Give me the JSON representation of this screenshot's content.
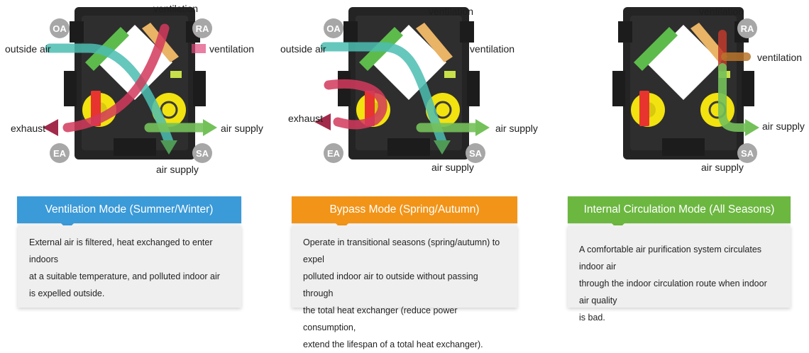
{
  "colors": {
    "ventilation": "#3b9ad8",
    "bypass": "#f29418",
    "circulation": "#6cb740",
    "badge": "#a7a7a7",
    "air_out_of_building": "#a22a4a",
    "fresh_air": "#4bbdb2",
    "supply": "#74c15a"
  },
  "panels": [
    {
      "labels": {
        "ventilation_top": "ventilation",
        "ventilation_right": "ventilation",
        "outside_air": "outside air",
        "exhaust": "exhaust",
        "air_supply_right": "air supply",
        "air_supply_bottom": "air supply"
      },
      "badges": {
        "oa": "OA",
        "ra": "RA",
        "ea": "EA",
        "sa": "SA"
      },
      "title": "Ventilation Mode (Summer/Winter)",
      "description": [
        "External air is filtered, heat exchanged to enter indoors",
        "at a suitable temperature, and polluted indoor air",
        "is expelled outside."
      ]
    },
    {
      "labels": {
        "ventilation_top": "ventilation",
        "ventilation_right": "ventilation",
        "outside_air": "outside air",
        "exhaust": "exhaust",
        "air_supply_right": "air supply",
        "air_supply_bottom": "air supply"
      },
      "badges": {
        "oa": "OA",
        "ea": "EA",
        "sa": "SA"
      },
      "title": "Bypass Mode (Spring/Autumn)",
      "description": [
        "Operate in transitional seasons (spring/autumn) to expel",
        "polluted indoor air to outside without passing through",
        "the total heat exchanger (reduce power consumption,",
        "extend the lifespan of a total heat exchanger)."
      ]
    },
    {
      "labels": {
        "ventilation_top": "ventilation",
        "ventilation_right": "ventilation",
        "air_supply_right": "air supply",
        "air_supply_bottom": "air supply"
      },
      "badges": {
        "ra": "RA",
        "sa": "SA"
      },
      "title": "Internal Circulation Mode (All Seasons)",
      "description": [
        "A comfortable air purification system circulates indoor air",
        "through the indoor circulation route when indoor air quality",
        "is bad."
      ]
    }
  ]
}
